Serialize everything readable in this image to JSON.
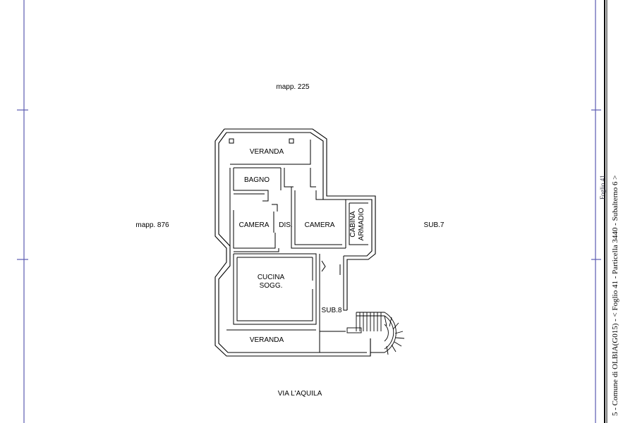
{
  "labels": {
    "north": "mapp. 225",
    "west": "mapp. 876",
    "east": "SUB.7",
    "south": "VIA L'AQUILA",
    "veranda_top": "VERANDA",
    "veranda_bottom": "VERANDA",
    "bagno": "BAGNO",
    "camera_left": "CAMERA",
    "dis": "DIS.",
    "camera_right": "CAMERA",
    "cabina_1": "CABINA",
    "cabina_2": "ARMADIO",
    "cucina_1": "CUCINA",
    "cucina_2": "SOGG.",
    "sub8": "SUB.8"
  },
  "margin_text": "5 - Comune di OLBIA(G015) - < Foglio 41 - Particella 3440 - Subalterno 6 >",
  "margin_text_2": "Foglio 41",
  "colors": {
    "frame": "#5b5bb0",
    "wall": "#000000"
  }
}
